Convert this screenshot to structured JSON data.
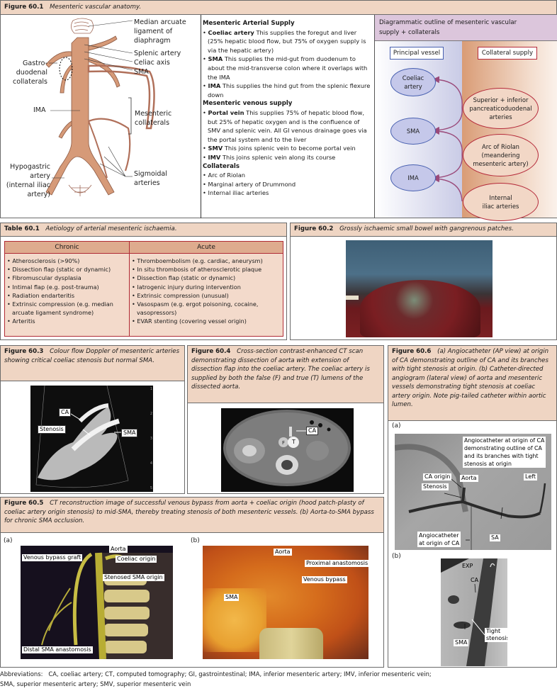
{
  "fig601": {
    "label": "Figure 60.1",
    "title": "Mesenteric vascular anatomy.",
    "anatomy_labels": {
      "median_arcuate": "Median arcuate ligament of diaphragm",
      "median_arcuate_l1": "Median arcuate",
      "median_arcuate_l2": "ligament of",
      "median_arcuate_l3": "diaphragm",
      "splenic": "Splenic artery",
      "celiac_axis": "Celiac axis",
      "sma": "SMA",
      "gastro_l1": "Gastro-",
      "gastro_l2": "duodenal",
      "gastro_l3": "collaterals",
      "ima": "IMA",
      "mes_coll_l1": "Mesenteric",
      "mes_coll_l2": "collaterals",
      "hypo_l1": "Hypogastric",
      "hypo_l2": "artery",
      "hypo_l3": "(internal iliac",
      "hypo_l4": "artery)",
      "sig_l1": "Sigmoidal",
      "sig_l2": "arteries"
    },
    "text": {
      "arterial_heading": "Mesenteric Arterial Supply",
      "arterial_items": [
        {
          "term": "Coeliac artery",
          "desc": " This supplies the foregut and liver (25% hepatic blood flow, but 75% of oxygen supply is via the hepatic artery)"
        },
        {
          "term": "SMA",
          "desc": " This supplies the mid-gut from duodenum to about the mid-transverse colon where it overlaps with the IMA"
        },
        {
          "term": "IMA",
          "desc": " This supplies the hind gut from the splenic flexure down"
        }
      ],
      "venous_heading": "Mesenteric venous supply",
      "venous_items": [
        {
          "term": "Portal vein",
          "desc": " This supplies 75% of hepatic blood flow, but 25% of hepatic oxygen and is the confluence of SMV and splenic vein. All GI venous drainage goes via the portal system and to the liver"
        },
        {
          "term": "SMV",
          "desc": " This joins splenic vein to become portal vein"
        },
        {
          "term": "IMV",
          "desc": " This joins splenic vein along its course"
        }
      ],
      "collaterals_heading": "Collaterals",
      "collateral_items": [
        "Arc of Riolan",
        "Marginal artery of Drummond",
        "Internal iliac arteries"
      ]
    },
    "diagram": {
      "title": "Diagrammatic outline of mesenteric vascular supply + collaterals",
      "title_l1": "Diagrammatic outline of mesenteric vascular",
      "title_l2": "supply + collaterals",
      "principal_header": "Principal vessel",
      "collateral_header": "Collateral supply",
      "principal": [
        "Coeliac artery",
        "SMA",
        "IMA"
      ],
      "principal_l": [
        [
          "Coeliac",
          "artery"
        ],
        [
          "SMA"
        ],
        [
          "IMA"
        ]
      ],
      "collateral_l": [
        [
          "Superior + inferior",
          "pancreaticoduodenal",
          "arteries"
        ],
        [
          "Arc of Riolan",
          "(meandering",
          "mesenteric artery)"
        ],
        [
          "Internal",
          "iliac arteries"
        ]
      ],
      "colors": {
        "principal_fill": "#c5c8ea",
        "principal_stroke": "#4860b0",
        "collateral_fill": "#f2d7c6",
        "collateral_stroke": "#b52a3a",
        "arrow": "#9a4a7a"
      }
    }
  },
  "table601": {
    "label": "Table 60.1",
    "title": "Aetiology of arterial mesenteric ischaemia.",
    "headers": [
      "Chronic",
      "Acute"
    ],
    "chronic": [
      "Atherosclerosis (>90%)",
      "Dissection flap (static or dynamic)",
      "Fibromuscular dysplasia",
      "Intimal flap (e.g. post-trauma)",
      "Radiation endarteritis",
      "Extrinsic compression (e.g. median arcuate ligament syndrome)",
      "Arteritis"
    ],
    "acute": [
      "Thromboembolism (e.g. cardiac, aneurysm)",
      "In situ thrombosis of atherosclerotic plaque",
      "Dissection flap (static or dynamic)",
      "Iatrogenic injury during intervention",
      "Extrinsic compression (unusual)",
      "Vasospasm (e.g. ergot poisoning, cocaine, vasopressors)",
      "EVAR stenting (covering vessel origin)"
    ]
  },
  "fig602": {
    "label": "Figure 60.2",
    "title": "Grossly ischaemic small bowel with gangrenous patches."
  },
  "fig603": {
    "label": "Figure 60.3",
    "title": "Colour flow Doppler of mesenteric arteries showing critical coeliac stenosis but normal SMA.",
    "tags": {
      "ca": "CA",
      "stenosis": "Stenosis",
      "sma": "SMA"
    },
    "scale": [
      "1",
      "2",
      "3",
      "4",
      "5"
    ]
  },
  "fig604": {
    "label": "Figure 60.4",
    "title": "Cross-section contrast-enhanced CT scan demonstrating dissection of aorta with extension of dissection flap into the coeliac artery. The coeliac artery is supplied by both the false (F) and true (T) lumens of the dissected aorta.",
    "tags": {
      "ca": "CA",
      "f": "F",
      "t": "T"
    }
  },
  "fig605": {
    "label": "Figure 60.5",
    "title": "CT reconstruction image of successful venous bypass from aorta + coeliac origin (hood patch-plasty of coeliac artery origin stenosis) to mid-SMA, thereby treating stenosis of both mesenteric vessels. (b) Aorta-to-SMA bypass for chronic SMA occlusion.",
    "panel_a": {
      "label": "(a)",
      "tags": {
        "aorta": "Aorta",
        "graft": "Venous bypass graft",
        "coeliac": "Coeliac origin",
        "stenosed": "Stenosed SMA origin",
        "distal": "Distal SMA anastomosis"
      }
    },
    "panel_b": {
      "label": "(b)",
      "tags": {
        "aorta": "Aorta",
        "proximal": "Proximal anastomosis",
        "venous": "Venous bypass",
        "sma": "SMA"
      }
    }
  },
  "fig606": {
    "label": "Figure 60.6",
    "title": "(a) Angiocatheter (AP view) at origin of CA demonstrating outline of CA and its branches with tight stenosis at origin. (b) Catheter-directed angiogram (lateral view) of aorta and mesenteric vessels demonstrating tight stenosis at coeliac artery origin. Note pig-tailed catheter within aortic lumen.",
    "panel_a": {
      "label": "(a)",
      "tags": {
        "note": "Angiocatheter at origin of CA demonstrating outline of CA and its branches with tight stenosis at origin",
        "note_l1": "Angiocatheter at origin of CA",
        "note_l2": "demonstrating outline of CA",
        "note_l3": "and its branches with tight",
        "note_l4": "stenosis at origin",
        "ca_origin": "CA origin",
        "aorta": "Aorta",
        "left": "Left",
        "stenosis": "Stenosis",
        "cath_l1": "Angiocatheter",
        "cath_l2": "at origin of CA",
        "sa": "SA"
      }
    },
    "panel_b": {
      "label": "(b)",
      "tags": {
        "exp": "EXP",
        "ca": "CA",
        "tight_l1": "Tight",
        "tight_l2": "stenosis",
        "sma": "SMA"
      }
    }
  },
  "abbreviations": {
    "label": "Abbreviations:",
    "line1": "CA, coeliac artery; CT, computed tomography; GI, gastrointestinal; IMA, inferior mesenteric artery; IMV, inferior mesenteric vein;",
    "line2": "SMA, superior mesenteric artery; SMV, superior mesenteric vein"
  }
}
